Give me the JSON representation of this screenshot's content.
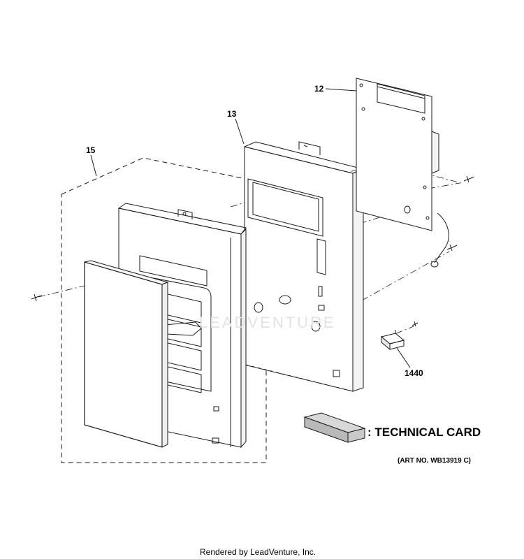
{
  "callouts": {
    "part_12": "12",
    "part_13": "13",
    "part_15": "15",
    "part_1440": "1440"
  },
  "technical_card_label": ": TECHNICAL CARD",
  "art_number": "(ART NO. WB13919 C)",
  "watermark_text": "LEADVENTURE",
  "footer_text": "Rendered by LeadVenture, Inc.",
  "colors": {
    "line": "#1a1a1a",
    "card_fill": "#d8d8d8",
    "watermark": "#e2e2e2"
  }
}
